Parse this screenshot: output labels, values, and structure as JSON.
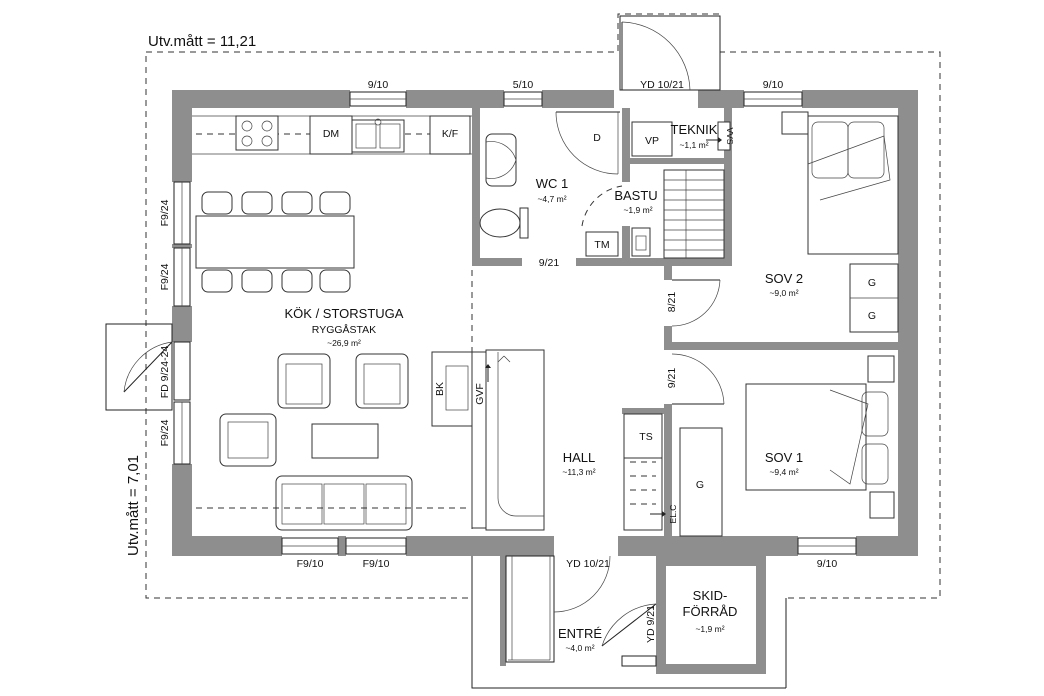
{
  "dimensions": {
    "width_text": "Utv.mått = 11,21",
    "height_text": "Utv.mått = 7,01"
  },
  "rooms": {
    "kitchen": {
      "name": "KÖK / STORSTUGA",
      "note": "RYGGÅSTAK",
      "area": "~26,9 m²"
    },
    "wc": {
      "name": "WC 1",
      "area": "~4,7 m²"
    },
    "bastu": {
      "name": "BASTU",
      "area": "~1,9 m²"
    },
    "teknik": {
      "name": "TEKNIK",
      "area": "~1,1 m²"
    },
    "sov2": {
      "name": "SOV 2",
      "area": "~9,0 m²"
    },
    "sov1": {
      "name": "SOV 1",
      "area": "~9,4 m²"
    },
    "hall": {
      "name": "HALL",
      "area": "~11,3 m²"
    },
    "entre": {
      "name": "ENTRÉ",
      "area": "~4,0 m²"
    },
    "skid": {
      "name_line1": "SKID-",
      "name_line2": "FÖRRÅD",
      "area": "~1,9 m²"
    }
  },
  "fixtures": {
    "dm": "DM",
    "kf": "K/F",
    "d": "D",
    "vp": "VP",
    "vvs": "VVS",
    "tm": "TM",
    "bk": "BK",
    "gvf": "GVF",
    "ts": "TS",
    "g_sov2_top": "G",
    "g_sov2_bottom": "G",
    "g_sov1": "G",
    "elc": "EL.C"
  },
  "windows": {
    "top_kitchen": "9/10",
    "top_wc": "5/10",
    "top_door": "YD 10/21",
    "top_sov2": "9/10",
    "left_1": "F9/24",
    "left_2": "F9/24",
    "left_fd": "FD 9/24-24",
    "left_3": "F9/24",
    "bottom_1": "F9/10",
    "bottom_2": "F9/10",
    "bottom_door": "YD 10/21",
    "bottom_sov1": "9/10"
  },
  "doors": {
    "wc_door": "9/21",
    "sov2_door": "8/21",
    "sov1_door": "9/21",
    "skid_door": "YD 9/21"
  },
  "colors": {
    "wall": "#8e8e8e",
    "line": "#222222",
    "background": "#ffffff"
  }
}
